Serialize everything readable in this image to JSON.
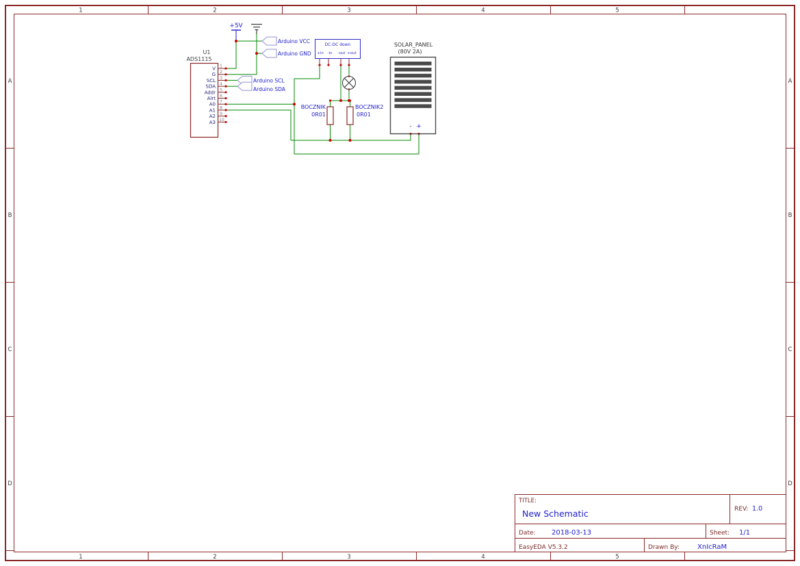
{
  "frame": {
    "columns": [
      "1",
      "2",
      "3",
      "4",
      "5"
    ],
    "rows": [
      "A",
      "B",
      "C",
      "D"
    ]
  },
  "title_block": {
    "title_label": "TITLE:",
    "title_value": "New Schematic",
    "rev_label": "REV:",
    "rev_value": "1.0",
    "date_label": "Date:",
    "date_value": "2018-03-13",
    "sheet_label": "Sheet:",
    "sheet_value": "1/1",
    "tool_version": "EasyEDA V5.3.2",
    "drawn_by_label": "Drawn By:",
    "drawn_by_value": "XnIcRaM"
  },
  "components": {
    "power_5v": {
      "label": "+5V"
    },
    "net_flags": {
      "vcc": "Arduino VCC",
      "gnd": "Arduino GND",
      "scl": "Arduino SCL",
      "sda": "Arduino SDA"
    },
    "adc": {
      "designator": "U1",
      "part_number": "ADS1115",
      "pins": [
        {
          "num": "1",
          "name": "V"
        },
        {
          "num": "2",
          "name": "G"
        },
        {
          "num": "3",
          "name": "SCL"
        },
        {
          "num": "4",
          "name": "SDA"
        },
        {
          "num": "5",
          "name": "Addr"
        },
        {
          "num": "6",
          "name": "Alrt"
        },
        {
          "num": "7",
          "name": "A0"
        },
        {
          "num": "8",
          "name": "A1"
        },
        {
          "num": "9",
          "name": "A2"
        },
        {
          "num": "10",
          "name": "A3"
        }
      ]
    },
    "dcdc": {
      "name": "DC-DC down",
      "pin_in_plus": "+in",
      "pin_in_minus": "-in",
      "pin_out_minus": "-out",
      "pin_out_plus": "+out"
    },
    "solar_panel": {
      "name": "SOLAR_PANEL",
      "rating": "(80V 2A)",
      "minus": "-",
      "plus": "+"
    },
    "shunt1": {
      "name": "BOCZNIK",
      "value": "0R01"
    },
    "shunt2": {
      "name": "BOCZNIK2",
      "value": "0R01"
    }
  },
  "colors": {
    "frame_line": "#8b2626",
    "wire_green": "#008800",
    "junction_red": "#cc0000",
    "net_text_blue": "#2121cc",
    "component_outline": "#8b2626"
  }
}
